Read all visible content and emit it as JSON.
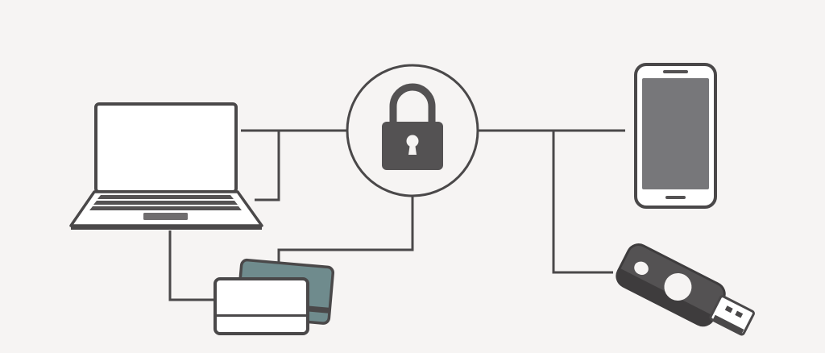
{
  "diagram": {
    "nodes": [
      {
        "id": "laptop",
        "icon": "laptop-icon"
      },
      {
        "id": "lock",
        "icon": "padlock-icon"
      },
      {
        "id": "phone",
        "icon": "smartphone-icon"
      },
      {
        "id": "cards",
        "icon": "smart-card-icon"
      },
      {
        "id": "usb-key",
        "icon": "usb-security-key-icon"
      }
    ],
    "connections": [
      {
        "from": "laptop",
        "to": "lock"
      },
      {
        "from": "lock",
        "to": "phone"
      },
      {
        "from": "lock",
        "to": "usb-key"
      },
      {
        "from": "lock",
        "to": "cards"
      },
      {
        "from": "laptop",
        "to": "cards"
      }
    ]
  },
  "colors": {
    "background": "#f6f4f3",
    "line": "#4a4849",
    "dark_fill": "#545253",
    "screen_fill": "#77777a",
    "card_teal": "#6f8b8d",
    "light_fill": "#ffffff"
  }
}
